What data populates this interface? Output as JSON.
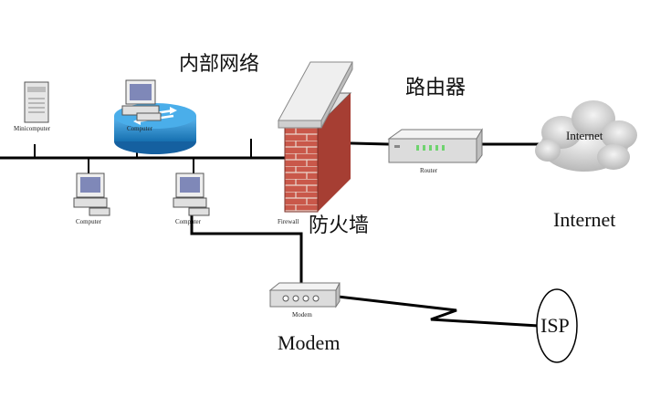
{
  "labels": {
    "internal_network": "内部网络",
    "router_cn": "路由器",
    "firewall_cn": "防火墙",
    "internet": "Internet",
    "modem": "Modem",
    "isp": "ISP"
  },
  "device_labels": {
    "minicomputer": "Minicomputer",
    "computer_hub": "Computer",
    "computer_1": "Computer",
    "computer_2": "Computer",
    "firewall": "Firewall",
    "router": "Router",
    "modem": "Modem",
    "cloud": "Internet"
  },
  "colors": {
    "brick": "#c9584a",
    "mortar": "#e8d7d0",
    "hub_blue": "#1e8fd6",
    "cable": "#000000",
    "cloud": "#d3d3d3"
  }
}
